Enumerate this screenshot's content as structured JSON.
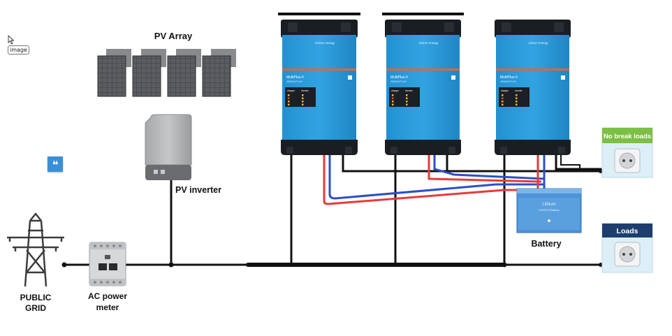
{
  "labels": {
    "pv_array": "PV Array",
    "pv_inverter": "PV inverter",
    "public_grid_line1": "PUBLIC",
    "public_grid_line2": "GRID",
    "meter_line1": "AC power",
    "meter_line2": "meter",
    "battery": "Battery",
    "no_break_loads": "No break loads",
    "loads": "Loads"
  },
  "device": {
    "brand": "victron energy",
    "model_line1": "MultiPlus-II",
    "model_line2": "48/5000/70-50",
    "charger": "charger",
    "inverter": "inverter"
  },
  "battery_panel": {
    "line1": "Lithium",
    "line2": "LiFePO4 Battery"
  },
  "tooltip": "image",
  "quote_icon_glyph": "❝",
  "colors": {
    "victron_blue": "#2a9ad8",
    "victron_dark": "#1a1d22",
    "positive": "#e83a3a",
    "negative": "#2b4fc8",
    "ac_wire": "#111111",
    "loads_green": "#7bbf45",
    "loads_navy": "#1d3e6e",
    "loads_panel": "#dceff7"
  },
  "icons": {
    "pylon": "transmission-tower-icon",
    "solar": "solar-panel-icon",
    "socket": "power-socket-icon",
    "quote": "quote-icon",
    "cursor": "mouse-pointer-icon"
  }
}
